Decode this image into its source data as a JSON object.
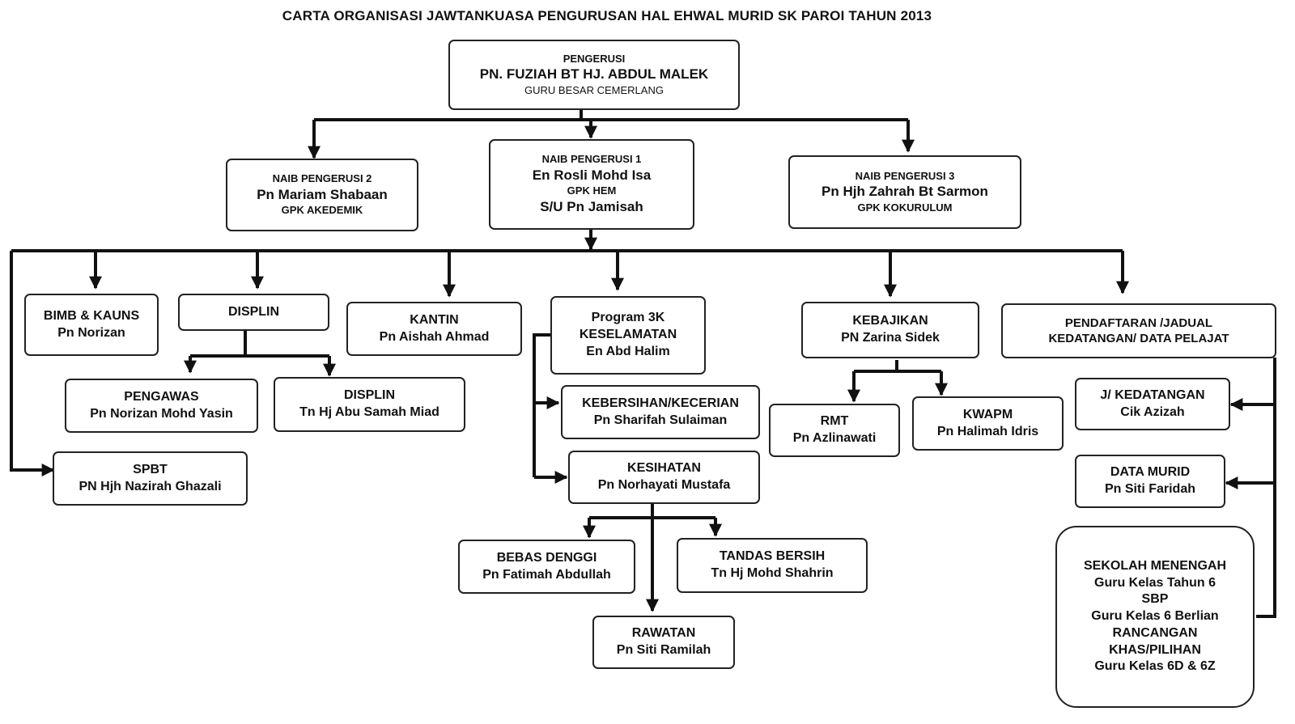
{
  "title": "CARTA ORGANISASI JAWTANKUASA PENGURUSAN HAL EHWAL MURID SK PAROI TAHUN 2013",
  "chair": {
    "role": "PENGERUSI",
    "name": "PN. FUZIAH BT HJ. ABDUL MALEK",
    "position": "GURU BESAR CEMERLANG"
  },
  "vice2": {
    "role": "NAIB PENGERUSI 2",
    "name": "Pn Mariam Shabaan",
    "position": "GPK AKEDEMIK"
  },
  "vice1": {
    "role": "NAIB PENGERUSI 1",
    "name": "En Rosli Mohd Isa",
    "position": "GPK HEM",
    "secretary": "S/U  Pn Jamisah"
  },
  "vice3": {
    "role": "NAIB PENGERUSI 3",
    "name": "Pn Hjh Zahrah Bt Sarmon",
    "position": "GPK KOKURULUM"
  },
  "units": {
    "bimb": {
      "title": "BIMB & KAUNS",
      "name": "Pn Norizan"
    },
    "displin": {
      "title": "DISPLIN"
    },
    "pengawas": {
      "title": "PENGAWAS",
      "name": "Pn  Norizan Mohd Yasin"
    },
    "displin2": {
      "title": "DISPLIN",
      "name": "Tn Hj Abu Samah Miad"
    },
    "spbt": {
      "title": "SPBT",
      "name": "PN Hjh Nazirah Ghazali"
    },
    "kantin": {
      "title": "KANTIN",
      "name": "Pn Aishah Ahmad"
    },
    "program3k": {
      "title": "Program 3K",
      "subtitle": "KESELAMATAN",
      "name": "En Abd Halim"
    },
    "kebersihan": {
      "title": "KEBERSIHAN/KECERIAN",
      "name": "Pn Sharifah Sulaiman"
    },
    "kesihatan": {
      "title": "KESIHATAN",
      "name": "Pn Norhayati Mustafa"
    },
    "bebasdenggi": {
      "title": "BEBAS DENGGI",
      "name": "Pn Fatimah Abdullah"
    },
    "tandas": {
      "title": "TANDAS BERSIH",
      "name": "Tn Hj Mohd Shahrin"
    },
    "rawatan": {
      "title": "RAWATAN",
      "name": "Pn Siti Ramilah"
    },
    "kebajikan": {
      "title": "KEBAJIKAN",
      "name": "PN Zarina Sidek"
    },
    "rmt": {
      "title": "RMT",
      "name": "Pn Azlinawati"
    },
    "kwapm": {
      "title": "KWAPM",
      "name": "Pn Halimah Idris"
    },
    "pendaftaran": {
      "line1": "PENDAFTARAN /JADUAL",
      "line2": "KEDATANGAN/ DATA PELAJAT"
    },
    "kedatangan": {
      "title": "J/ KEDATANGAN",
      "name": "Cik Azizah"
    },
    "datamurid": {
      "title": "DATA MURID",
      "name": "Pn Siti Faridah"
    },
    "sekolah": {
      "lines": [
        "SEKOLAH MENENGAH",
        "Guru Kelas Tahun 6",
        "SBP",
        "Guru Kelas 6 Berlian",
        "RANCANGAN",
        "KHAS/PILIHAN",
        "Guru Kelas 6D & 6Z"
      ]
    }
  }
}
